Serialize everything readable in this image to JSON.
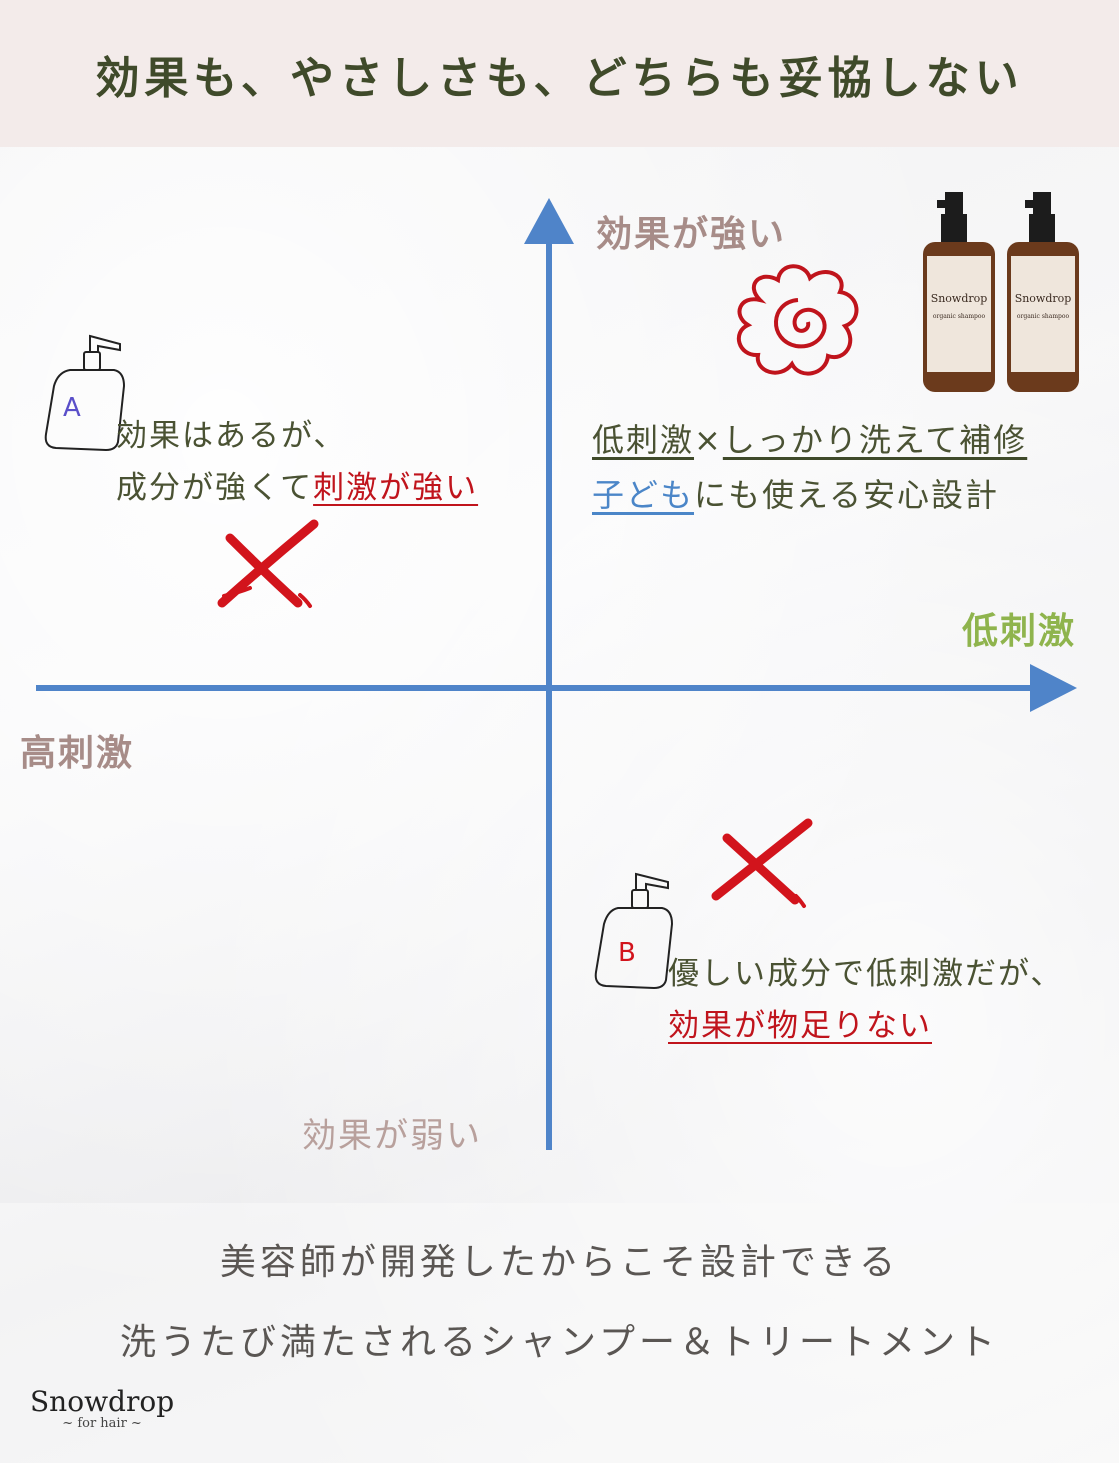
{
  "header": {
    "title": "効果も、やさしさも、どちらも妥協しない"
  },
  "axes": {
    "top": "効果が強い",
    "bottom": "効果が弱い",
    "right": "低刺激",
    "left": "高刺激"
  },
  "quadrant_a": {
    "badge": "A",
    "line1": "効果はあるが、",
    "line2_plain": "成分が強くて",
    "line2_emph": "刺激が強い"
  },
  "quadrant_b": {
    "badge": "B",
    "line1": "優しい成分で低刺激だが、",
    "line2_emph": "効果が物足りない"
  },
  "product": {
    "line1_a": "低刺激",
    "line1_sep": "×",
    "line1_b": "しっかり洗えて補修",
    "line2_a": "子ども",
    "line2_b": "にも使える安心設計",
    "bottle_brand": "Snowdrop",
    "bottle_sub": "organic shampoo"
  },
  "footer": {
    "line1": "美容師が開発したからこそ設計できる",
    "line2": "洗うたび満たされるシャンプー＆トリートメント"
  },
  "logo": {
    "name": "Snowdrop",
    "sub": "~ for hair ~"
  },
  "colors": {
    "axis": "#4f84c9",
    "red": "#d2141c",
    "green": "#8fb44d",
    "blue": "#4b86c8"
  }
}
